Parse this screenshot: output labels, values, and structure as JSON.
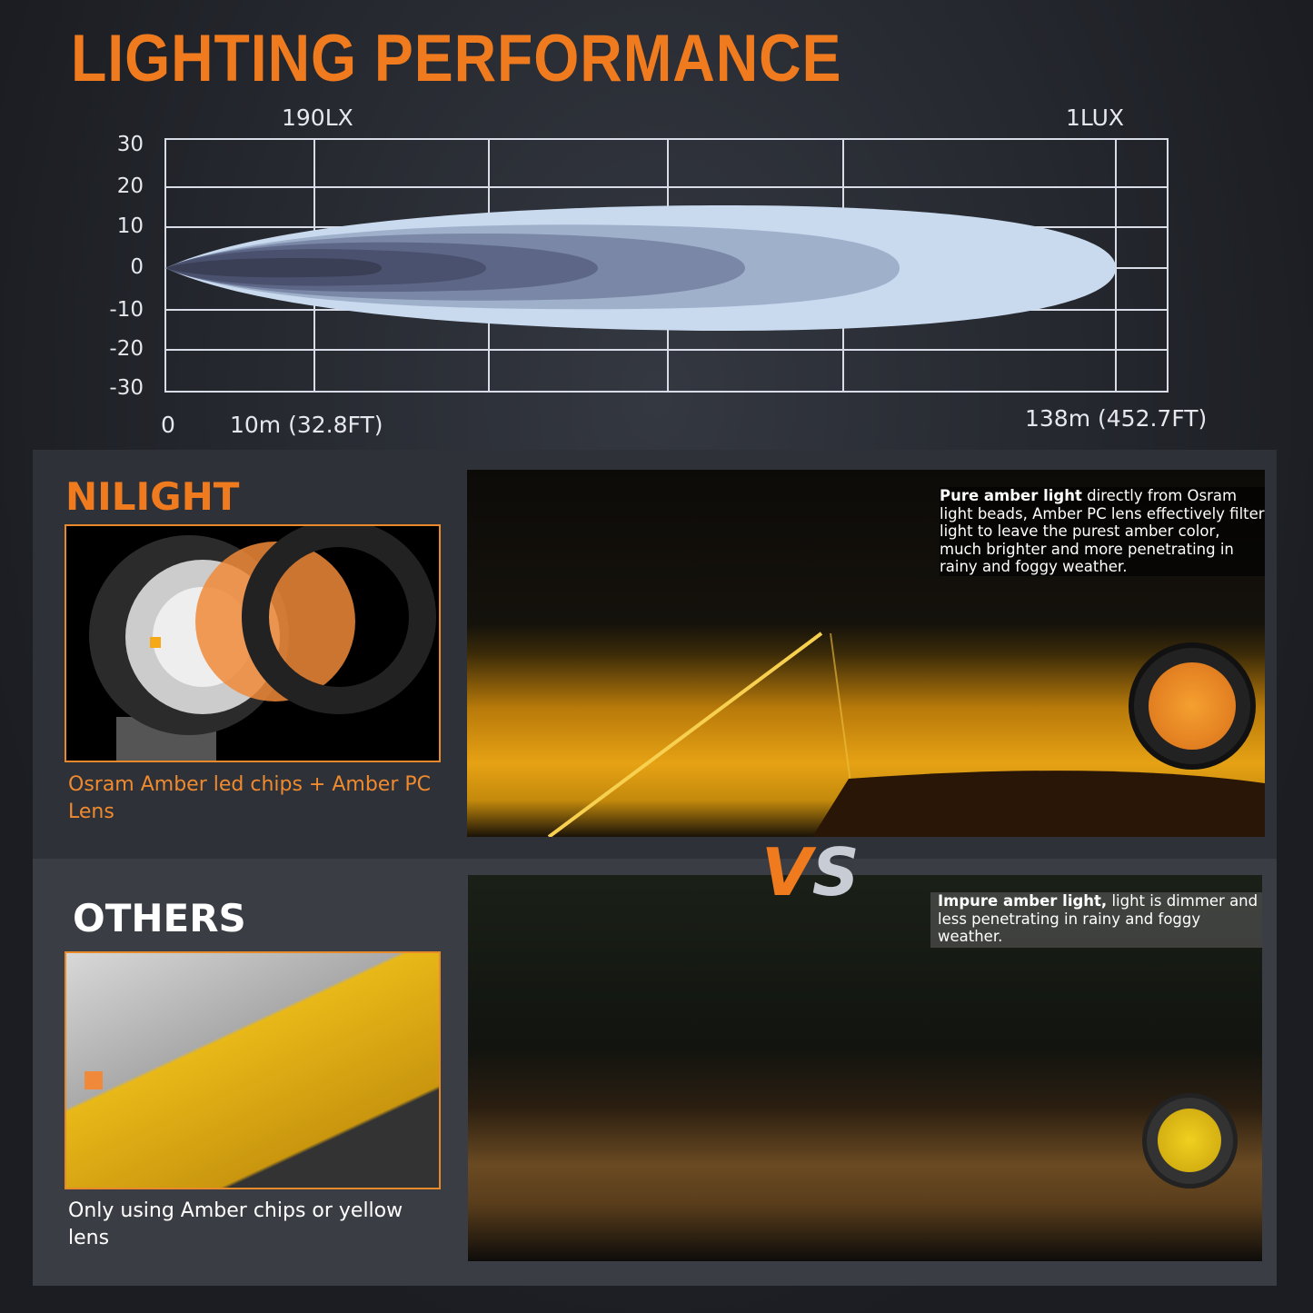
{
  "title": "LIGHTING PERFORMANCE",
  "chart": {
    "top_left_label": "190LX",
    "top_right_label": "1LUX",
    "y_ticks": [
      "30",
      "20",
      "10",
      "0",
      "-10",
      "-20",
      "-30"
    ],
    "x_labels": [
      "0",
      "10m (32.8FT)",
      "138m (452.7FT)"
    ],
    "colors": {
      "grid": "#d8dce6",
      "beam_outer": "#c9d9ee",
      "beam_inner": "#3a3f55"
    }
  },
  "nilight": {
    "brand": "NILIGHT",
    "caption": "Osram Amber led chips + Amber PC Lens",
    "note_bold": "Pure amber light",
    "note_rest": " directly from Osram light beads, Amber PC lens effectively filter light to leave the purest amber color, much brighter and more penetrating in rainy and foggy weather."
  },
  "vs": {
    "v": "V",
    "s": "S"
  },
  "others": {
    "brand": "OTHERS",
    "caption": "Only using Amber chips or yellow lens",
    "note_bold": "Impure amber light,",
    "note_rest": " light is dimmer and less penetrating in rainy and foggy weather."
  },
  "colors": {
    "accent": "#f07a1e",
    "amber": "#f5a818"
  }
}
